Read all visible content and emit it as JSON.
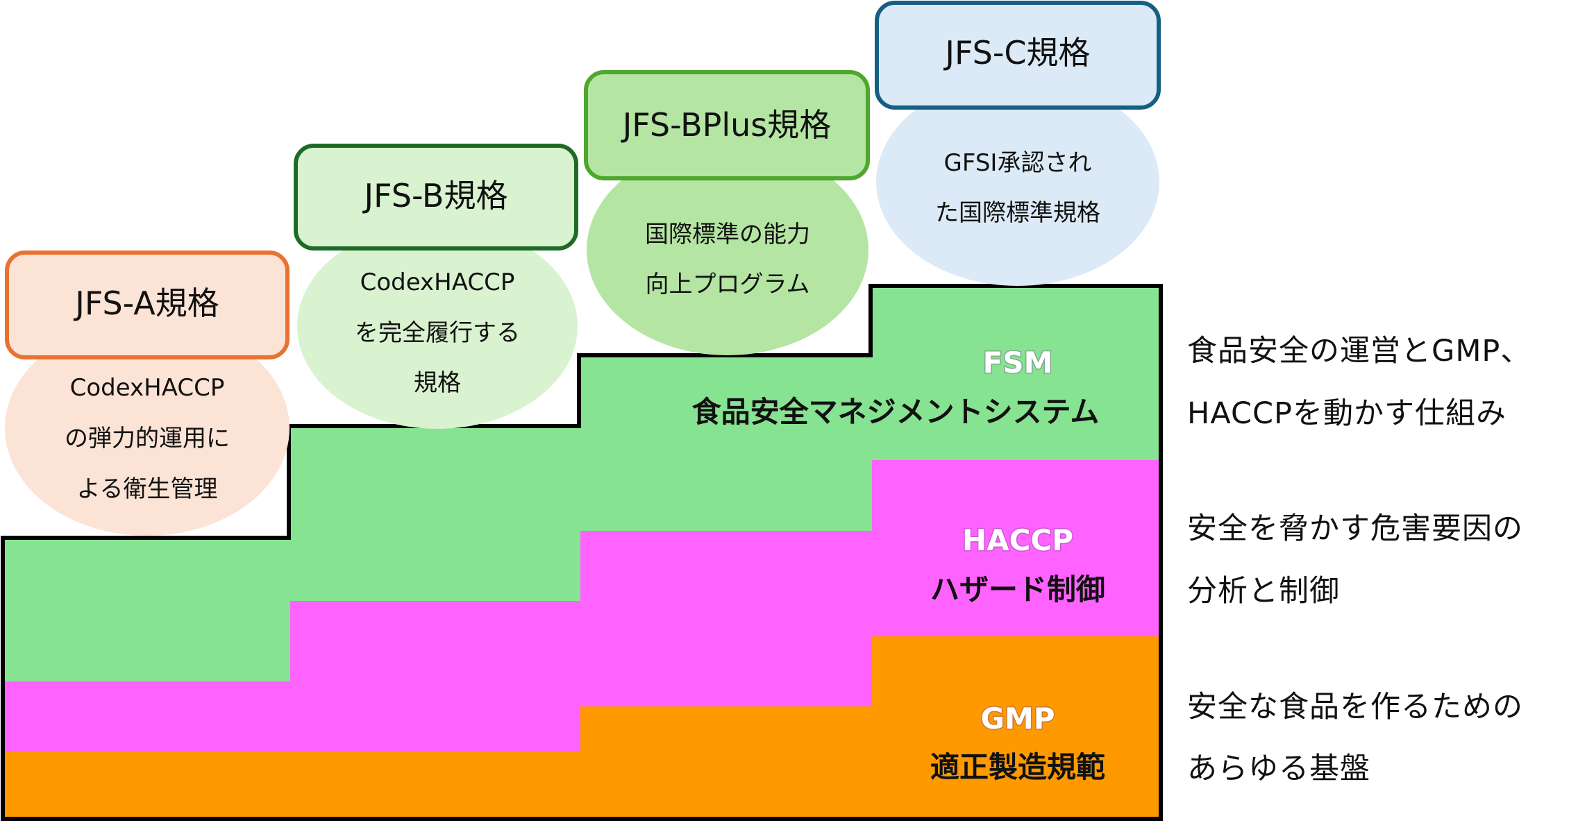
{
  "standards": [
    {
      "id": "jfs-a",
      "title": "JFS-A規格",
      "description_lines": [
        "CodexHACCP",
        "の弾力的運用に",
        "よる衛生管理"
      ],
      "colors": {
        "border": "#E97132",
        "box_fill": "#FBE3D6",
        "bubble_fill": "#FBE3D6"
      }
    },
    {
      "id": "jfs-b",
      "title": "JFS-B規格",
      "description_lines": [
        "CodexHACCP",
        "を完全履行する",
        "規格"
      ],
      "colors": {
        "border": "#1E6B27",
        "box_fill": "#D9F2D0",
        "bubble_fill": "#D9F2D0"
      }
    },
    {
      "id": "jfs-bplus",
      "title": "JFS-BPlus規格",
      "description_lines": [
        "国際標準の能力",
        "向上プログラム"
      ],
      "colors": {
        "border": "#4EA72E",
        "box_fill": "#B4E5A2",
        "bubble_fill": "#B4E5A2"
      }
    },
    {
      "id": "jfs-c",
      "title": "JFS-C規格",
      "description_lines": [
        "GFSI承認され",
        "た国際標準規格"
      ],
      "colors": {
        "border": "#156082",
        "box_fill": "#DCEAF7",
        "bubble_fill": "#DCEAF7"
      }
    }
  ],
  "layers": [
    {
      "id": "fsm",
      "name": "FSM",
      "subtitle": "食品安全マネジメントシステム",
      "color": "#86E391",
      "description_lines": [
        "食品安全の運営とGMP、",
        "HACCPを動かす仕組み"
      ]
    },
    {
      "id": "haccp",
      "name": "HACCP",
      "subtitle": "ハザード制御",
      "color": "#FF63FF",
      "description_lines": [
        "安全を脅かす危害要因の",
        "分析と制御"
      ]
    },
    {
      "id": "gmp",
      "name": "GMP",
      "subtitle": "適正製造規範",
      "color": "#FF9900",
      "description_lines": [
        "安全な食品を作るための",
        "あらゆる基盤"
      ]
    }
  ],
  "outline_color": "#000000"
}
